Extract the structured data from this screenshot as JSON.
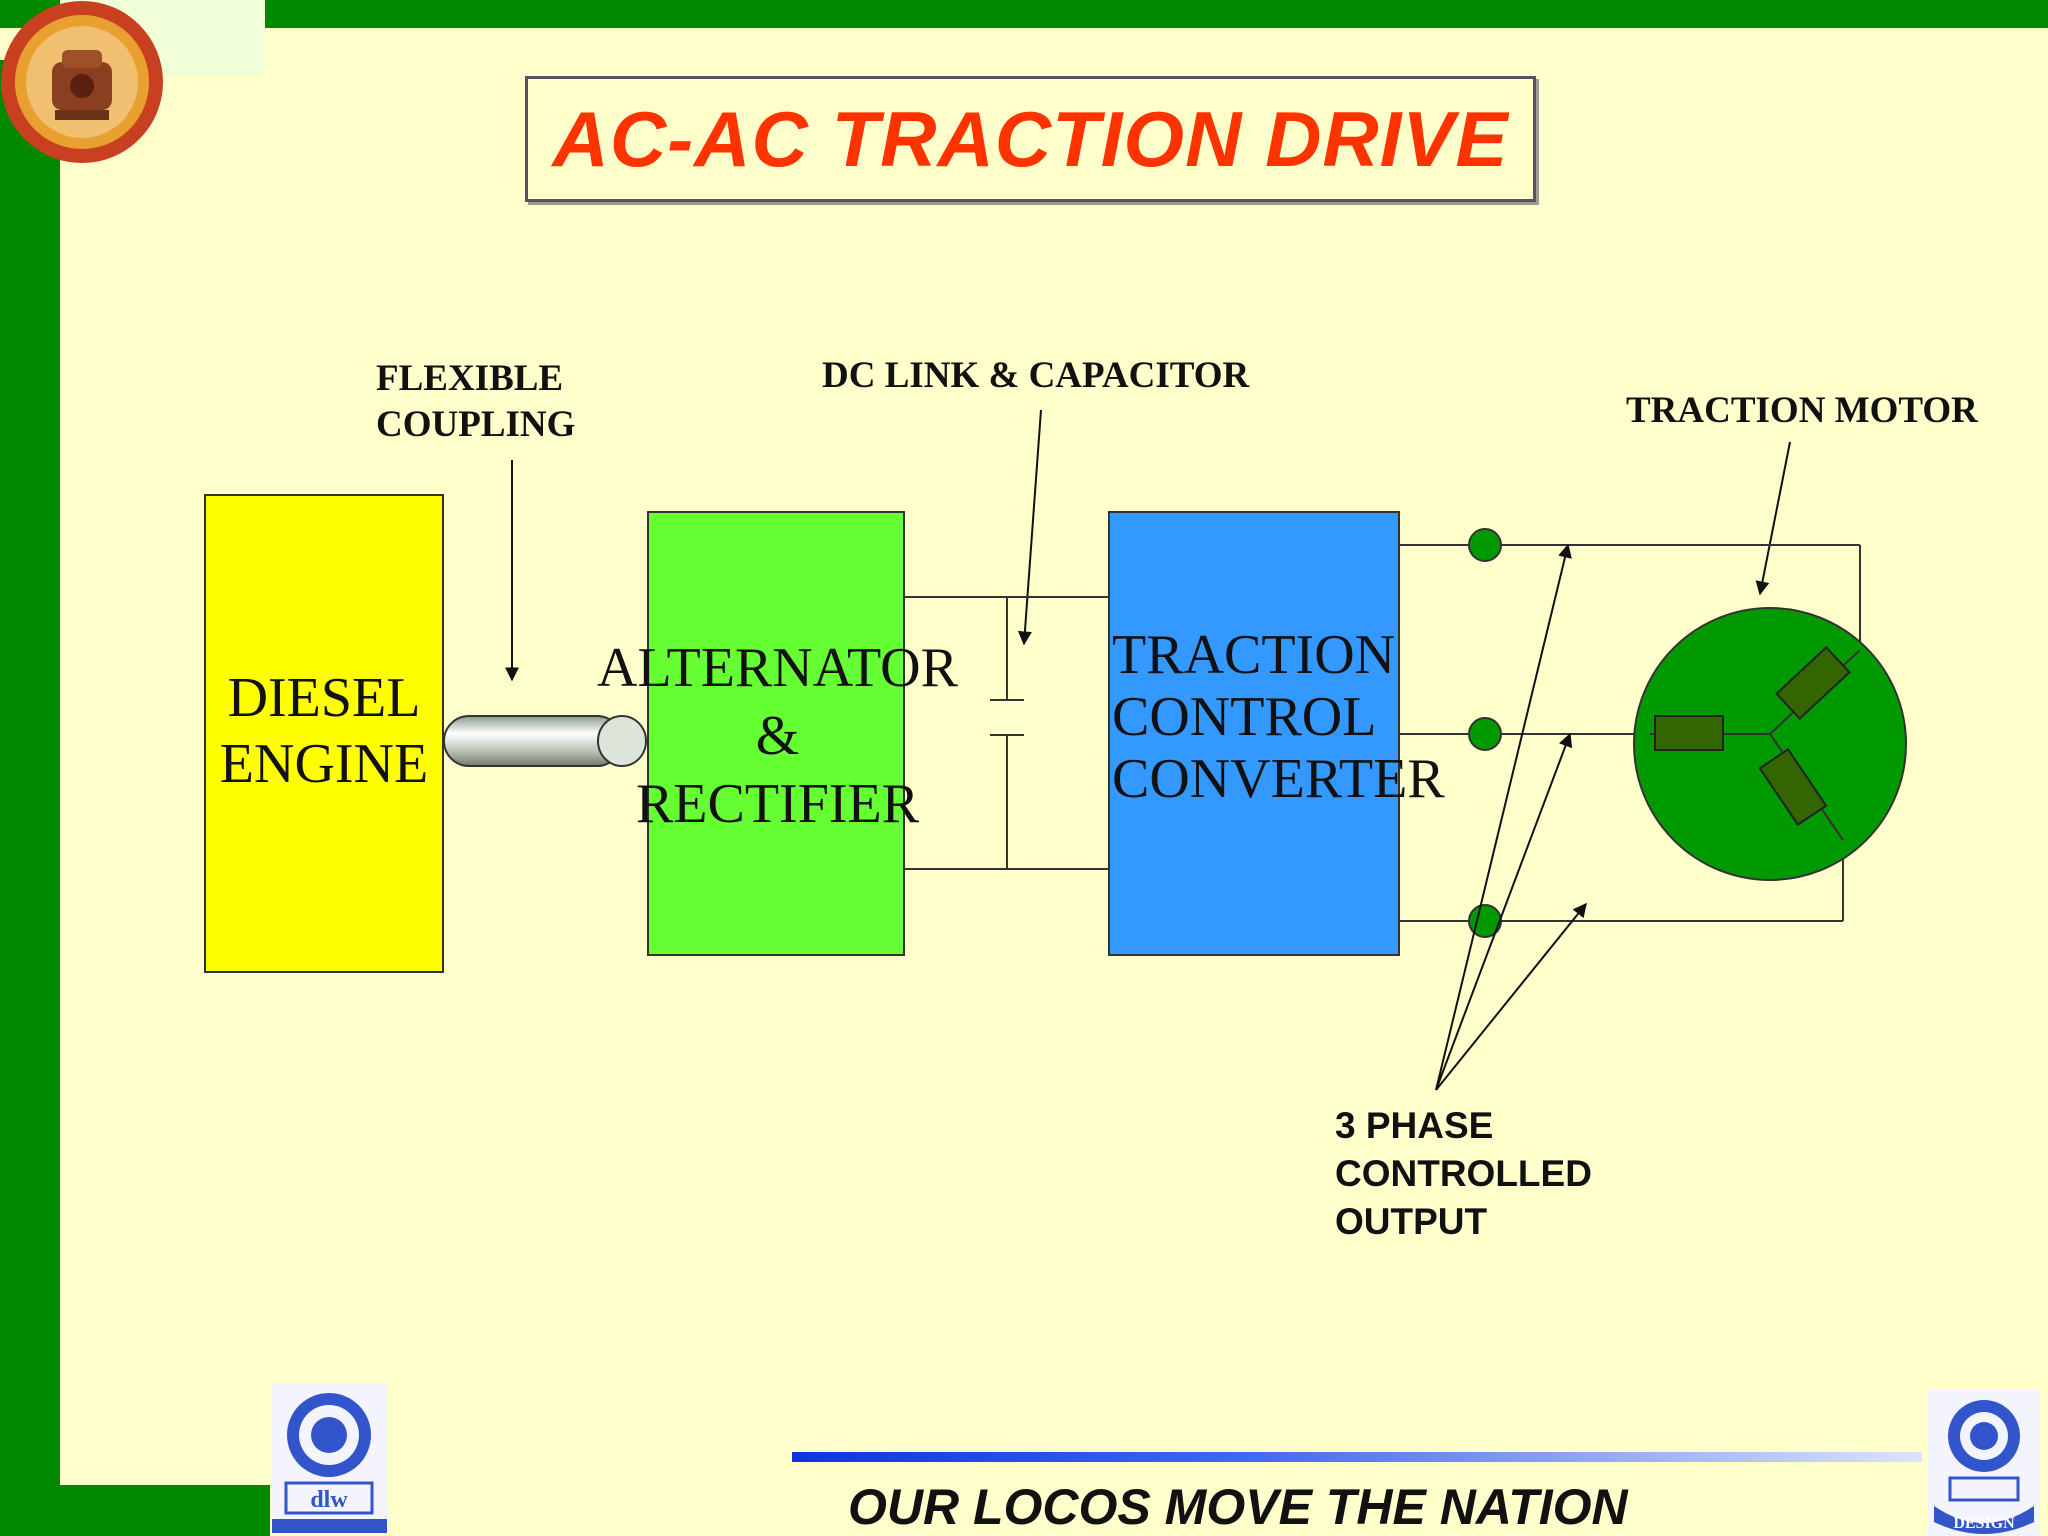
{
  "title": "AC-AC TRACTION DRIVE",
  "labels": {
    "flexible_coupling_1": "FLEXIBLE",
    "flexible_coupling_2": "COUPLING",
    "dc_link": "DC LINK & CAPACITOR",
    "traction_motor": "TRACTION MOTOR",
    "output_1": "3 PHASE",
    "output_2": "CONTROLLED",
    "output_3": "OUTPUT"
  },
  "blocks": {
    "diesel": [
      "DIESEL",
      "ENGINE"
    ],
    "alternator": [
      "ALTERNATOR",
      "&",
      "RECTIFIER"
    ],
    "converter": [
      "TRACTION",
      "CONTROL",
      "CONVERTER"
    ]
  },
  "logos": {
    "top_left": "railway-emblem",
    "bottom_left": "indian-railways-dlw",
    "bottom_right": "dlw-design"
  },
  "logo_text": {
    "bottom_left": "dlw",
    "bottom_right": "DESIGN"
  },
  "footer": "OUR LOCOS MOVE THE NATION",
  "colors": {
    "background": "#FFFFCC",
    "frame": "#008800",
    "title": "#FF3300",
    "diesel": "#FFFF00",
    "alternator": "#66FF33",
    "converter": "#3399FF",
    "motor": "#009900"
  }
}
